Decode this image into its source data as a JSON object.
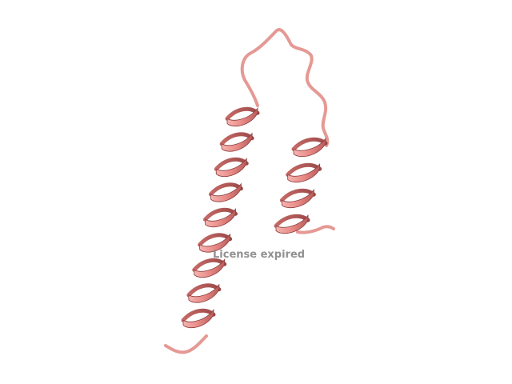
{
  "viewer": {
    "watermark_text": "License expired"
  },
  "structure": {
    "representation": "cartoon",
    "molecule": "helical-hairpin-protein",
    "secondary_structure": [
      "helix",
      "loop",
      "helix"
    ],
    "colors": {
      "background": "#ffffff",
      "ribbon_light": "#f4a6a2",
      "ribbon_base": "#e88a86",
      "ribbon_dark": "#b85a58",
      "ribbon_edge": "#8a3e3e",
      "coil": "#e59994"
    }
  }
}
